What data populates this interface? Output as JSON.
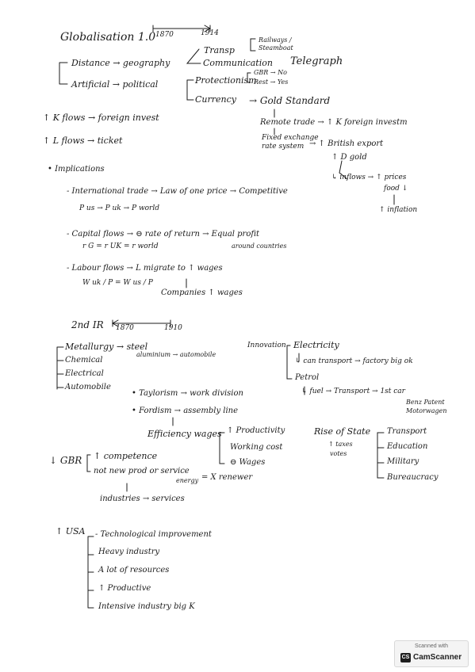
{
  "sheet": {
    "title": "Globalisation 1.0",
    "year_start": "1870",
    "year_end": "1914",
    "transport": "Transp",
    "transport_modes": "Railways / Steamboat",
    "communication": "Communication",
    "telegraph": "Telegraph",
    "distance": "Distance → geography",
    "artificial": "Artificial → political",
    "protectionism": "Protectionism",
    "protection_gbr": "GBR → No",
    "protection_rest": "Rest → Yes",
    "currency": "Currency",
    "gold_standard": "→ Gold Standard",
    "remote_trade": "Remote trade → ↑ K foreign investm",
    "fixed_exchange": "Fixed exchange",
    "rates_system": "rate system",
    "british_export": "→ ↑ British export",
    "demand_gold": "↑ D gold",
    "inflows": "↳ inflows → ↑ prices",
    "food": "food ↓",
    "inflation": "↑ inflation",
    "k_flows": "↑ K flows → foreign invest",
    "l_flows": "↑ L flows → ticket",
    "implications": "• Implications",
    "intl_trade": "- International trade → Law of one price → Competitive",
    "price_eq": "P us → P uk → P world",
    "capital_flows": "- Capital flows → ⊖ rate of return → Equal profit",
    "rates_eq": "r G = r UK = r world",
    "around_countries": "around countries",
    "labour_flows": "- Labour flows → L migrate to ↑ wages",
    "wage_eq": "W uk / P = W us / P",
    "companies_wages": "Companies ↑ wages",
    "second_ir": "2nd IR",
    "ir_start": "1870",
    "ir_end": "1910",
    "metallurgy": "Metallurgy → steel",
    "aluminium": "aluminium → automobile",
    "chemical": "Chemical",
    "electrical": "Electrical",
    "automobile": "Automobile",
    "innovation": "Innovation",
    "electricity": "Electricity",
    "can_transport": "↳ can transport → factory big ok",
    "petrol": "Petrol",
    "fuel": "↳ fuel → Transport → 1st car",
    "benz": "Benz Patent",
    "motorwagen": "Motorwagen",
    "taylorism": "• Taylorism → work division",
    "fordism": "• Fordism → assembly line",
    "efficiency_wages": "Efficiency wages",
    "productivity": "↑ Productivity",
    "working_cost": "Working cost",
    "wages": "⊖ Wages",
    "rise_of_state": "Rise of State",
    "taxes": "↑ taxes",
    "votes": "votes",
    "state_transport": "Transport",
    "education": "Education",
    "military": "Military",
    "bureaucracy": "Bureaucracy",
    "gbr": "↓ GBR",
    "competence": "↑ competence",
    "not_new_prod": "not new prod or service",
    "energy": "energy",
    "x_renewer": "= X renewer",
    "industries": "industries → services",
    "usa": "↑ USA",
    "usa_tech": "- Technological improvement",
    "usa_heavy": "Heavy industry",
    "usa_resources": "A lot of resources",
    "usa_productive": "↑ Productive",
    "usa_intensive": "Intensive industry big K"
  },
  "scanner": {
    "scanned_with": "Scanned with",
    "brand": "CamScanner",
    "logo_letters": "CS"
  }
}
